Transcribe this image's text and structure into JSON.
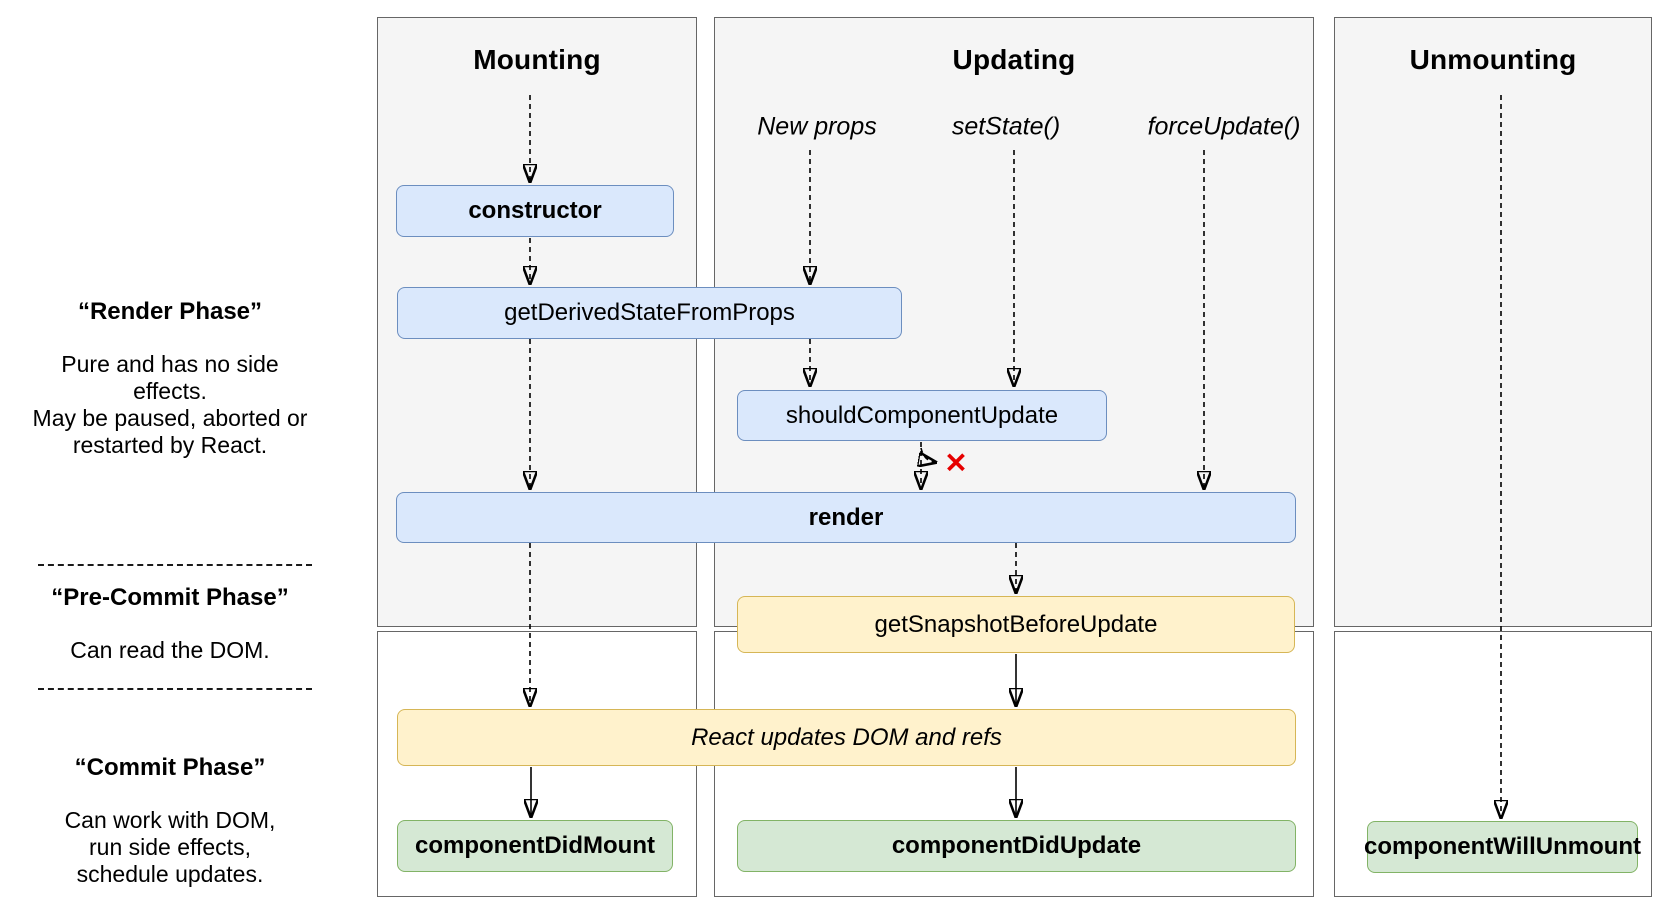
{
  "sidebar": {
    "render_phase": {
      "title": "“Render Phase”",
      "lines": [
        "Pure and has no side effects.",
        "May be paused, aborted or",
        "restarted by React."
      ]
    },
    "pre_commit_phase": {
      "title": "“Pre-Commit Phase”",
      "lines": [
        "Can read the DOM."
      ]
    },
    "commit_phase": {
      "title": "“Commit Phase”",
      "lines": [
        "Can work with DOM,",
        "run side effects,",
        "schedule updates."
      ]
    }
  },
  "columns": {
    "mounting": {
      "title": "Mounting"
    },
    "updating": {
      "title": "Updating",
      "triggers": {
        "new_props": "New props",
        "set_state": "setState()",
        "force_update": "forceUpdate()"
      }
    },
    "unmounting": {
      "title": "Unmounting"
    }
  },
  "nodes": {
    "constructor": "constructor",
    "get_derived_state_from_props": "getDerivedStateFromProps",
    "should_component_update": "shouldComponentUpdate",
    "render": "render",
    "get_snapshot_before_update": "getSnapshotBeforeUpdate",
    "react_updates_dom": "React updates DOM and refs",
    "component_did_mount": "componentDidMount",
    "component_did_update": "componentDidUpdate",
    "component_will_unmount": "componentWillUnmount"
  },
  "marks": {
    "skip_update_x": "✕"
  },
  "colors": {
    "node_blue_fill": "#dae8fc",
    "node_blue_border": "#6c8ebf",
    "node_yellow_fill": "#fff2cc",
    "node_yellow_border": "#d6b656",
    "node_green_fill": "#d5e8d4",
    "node_green_border": "#82b366",
    "panel_fill": "#f5f5f5",
    "panel_border": "#666666",
    "arrow": "#000000",
    "skip_x": "#e60000"
  }
}
